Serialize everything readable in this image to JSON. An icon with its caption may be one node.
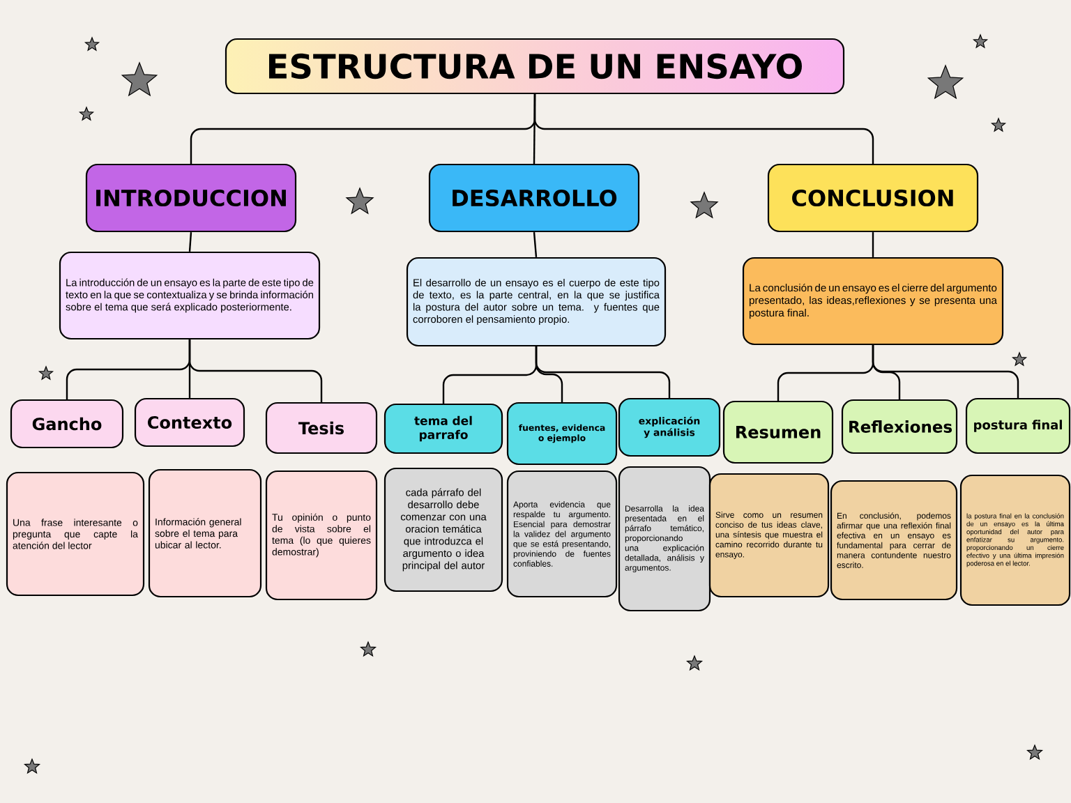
{
  "diagram": {
    "nodes": [
      {
        "text": [
          "ESTRUCTURA DE UN ENSAYO"
        ]
      },
      {
        "text": [
          "INTRODUCCION"
        ]
      },
      {
        "text": [
          "DESARROLLO"
        ]
      },
      {
        "text": [
          "CONCLUSION"
        ]
      },
      {
        "text": [
          "La introducción de un ensayo es la parte de este tipo de texto en la que se contextualiza y se brinda información sobre el tema que será explicado posteriormente."
        ]
      },
      {
        "text": [
          "El desarrollo de un ensayo es el cuerpo de este tipo de texto, es la parte central, en la que se justifica la postura del autor sobre un tema. y fuentes que corroboren el pensamiento propio."
        ]
      },
      {
        "text": [
          "La conclusión de un ensayo es el cierre del argumento presentado, las ideas,reflexiones y se presenta una postura final."
        ]
      },
      {
        "text": [
          "Gancho"
        ]
      },
      {
        "text": [
          "Contexto"
        ]
      },
      {
        "text": [
          "Tesis"
        ]
      },
      {
        "text": [
          "tema del parrafo"
        ]
      },
      {
        "text": [
          "fuentes, evidenca o ejemplo"
        ]
      },
      {
        "text": [
          "explicación y análisis"
        ]
      },
      {
        "text": [
          "Resumen"
        ]
      },
      {
        "text": [
          "Reflexiones"
        ]
      },
      {
        "text": [
          "postura final"
        ]
      },
      {
        "text": [
          "Una frase interesante o pregunta que capte la atención del lector"
        ]
      },
      {
        "text": [
          "Información general sobre el tema para ubicar al lector."
        ]
      },
      {
        "text": [
          "Tu opinión o punto de vista sobre el tema (lo que quieres demostrar)"
        ]
      },
      {
        "text": [
          "cada párrafo del desarrollo debe comenzar con una oracion temática que introduzca el argumento o idea principal del autor"
        ]
      },
      {
        "text": [
          "Aporta evidencia que respalde tu argumento. Esencial para demostrar la validez del argumento que se está presentando, proviniendo de fuentes confiables."
        ]
      },
      {
        "text": [
          "Desarrolla la idea presentada en el párrafo temático, proporcionando una explicación detallada, análisis y argumentos."
        ]
      },
      {
        "text": [
          "Sirve como un resumen conciso de tus ideas clave, una síntesis que muestra el camino recorrido durante tu ensayo."
        ]
      },
      {
        "text": [
          "En conclusión, podemos afirmar que una reflexión final efectiva en un ensayo es fundamental para cerrar de manera contundente nuestro escrito."
        ]
      },
      {
        "text": [
          "la postura final en la conclusión de un ensayo es la última oportunidad del autor para enfatizar su argumento. proporcionando un cierre efectivo y una última impresión poderosa en el lector."
        ]
      }
    ],
    "edges": [
      {
        "from": 0,
        "to": 1,
        "arrow": "none"
      },
      {
        "from": 0,
        "to": 2,
        "arrow": "none"
      },
      {
        "from": 0,
        "to": 3,
        "arrow": "none"
      },
      {
        "from": 1,
        "to": 4,
        "arrow": "none"
      },
      {
        "from": 2,
        "to": 5,
        "arrow": "none"
      },
      {
        "from": 3,
        "to": 6,
        "arrow": "none"
      },
      {
        "from": 4,
        "to": 7,
        "arrow": "none"
      },
      {
        "from": 4,
        "to": 8,
        "arrow": "none"
      },
      {
        "from": 4,
        "to": 9,
        "arrow": "none"
      },
      {
        "from": 5,
        "to": 10,
        "arrow": "none"
      },
      {
        "from": 5,
        "to": 11,
        "arrow": "none"
      },
      {
        "from": 5,
        "to": 12,
        "arrow": "none"
      },
      {
        "from": 6,
        "to": 13,
        "arrow": "none"
      },
      {
        "from": 6,
        "to": 14,
        "arrow": "none"
      },
      {
        "from": 6,
        "to": 15,
        "arrow": "none"
      }
    ]
  }
}
